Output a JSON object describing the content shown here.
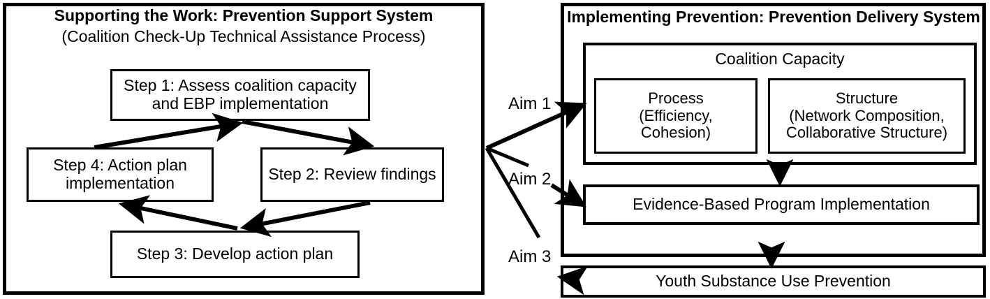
{
  "diagram": {
    "type": "flow-diagram",
    "background": "#ffffff",
    "line_color": "#000000",
    "left_panel": {
      "title_line1": "Supporting the Work: Prevention Support System",
      "title_line2": "(Coalition Check-Up Technical Assistance Process)",
      "steps": [
        {
          "id": "step1",
          "line1": "Step 1: Assess coalition capacity",
          "line2": "and EBP implementation"
        },
        {
          "id": "step2",
          "line1": "Step 2: Review findings",
          "line2": ""
        },
        {
          "id": "step3",
          "line1": "Step 3: Develop action plan",
          "line2": ""
        },
        {
          "id": "step4",
          "line1": "Step 4: Action plan",
          "line2": "implementation"
        }
      ],
      "cycle_order": [
        "step1",
        "step2",
        "step3",
        "step4"
      ]
    },
    "right_panel": {
      "title": "Implementing Prevention: Prevention Delivery System",
      "coalition_capacity": {
        "label": "Coalition Capacity",
        "children": [
          {
            "id": "process",
            "line1": "Process",
            "line2": "(Efficiency,",
            "line3": "Cohesion)"
          },
          {
            "id": "structure",
            "line1": "Structure",
            "line2": "(Network Composition,",
            "line3": "Collaborative Structure)"
          }
        ]
      },
      "ebp_implementation": "Evidence-Based Program Implementation",
      "outcome": "Youth Substance Use Prevention"
    },
    "aims": [
      {
        "id": "aim1",
        "label": "Aim 1",
        "target": "Coalition Capacity"
      },
      {
        "id": "aim2",
        "label": "Aim 2",
        "target": "Evidence-Based Program Implementation"
      },
      {
        "id": "aim3",
        "label": "Aim 3",
        "target": "Youth Substance Use Prevention"
      }
    ]
  }
}
